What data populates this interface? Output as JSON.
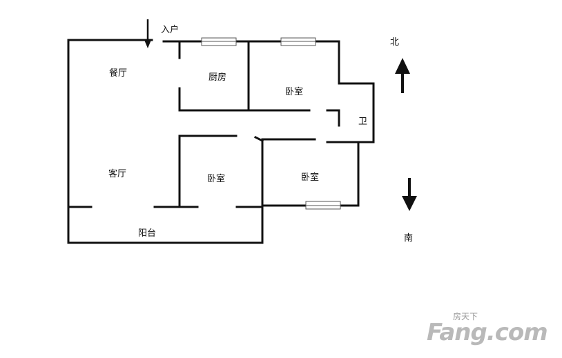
{
  "plan": {
    "rooms": {
      "dining": "餐厅",
      "kitchen": "厨房",
      "bedroom_north": "卧室",
      "bathroom": "卫",
      "living": "客厅",
      "bedroom_middle": "卧室",
      "bedroom_south": "卧室",
      "balcony": "阳台"
    },
    "entry": "入户",
    "compass": {
      "north": "北",
      "south": "南"
    },
    "colors": {
      "wall": "#111111",
      "window": "#555555",
      "background": "#ffffff"
    }
  },
  "watermark": {
    "chinese": "房天下",
    "latin": "Fang.com"
  }
}
